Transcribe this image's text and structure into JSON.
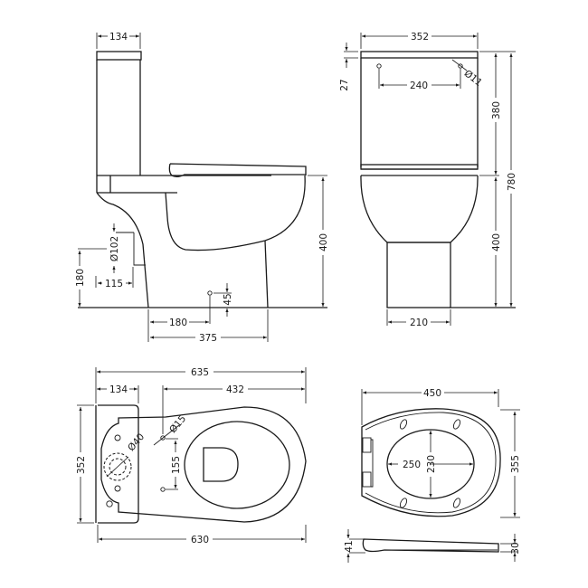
{
  "views": {
    "side": {
      "label": "side-elevation",
      "dims": {
        "cistern_depth": "134",
        "pan_height": "400",
        "outlet_height": "180",
        "outlet_setback": "115",
        "outlet_diameter": "Ø102",
        "fixing_distance": "180",
        "footprint_length": "375",
        "fixing_hole_height": "45"
      }
    },
    "front": {
      "label": "front-elevation",
      "dims": {
        "cistern_width": "352",
        "lid_thickness": "27",
        "button_spacing": "240",
        "button_hole": "Ø11",
        "cistern_height": "380",
        "total_height": "780",
        "pan_height": "400",
        "pedestal_width": "210"
      }
    },
    "plan": {
      "label": "plan-view",
      "dims": {
        "overall_length_top": "635",
        "cistern_depth": "134",
        "fixing_to_front": "432",
        "width": "352",
        "inlet_diameter": "Ø40",
        "fixing_hole": "Ø15",
        "fixing_spacing": "155",
        "overall_length_bottom": "630"
      }
    },
    "seat": {
      "label": "seat-plan",
      "dims": {
        "seat_width": "450",
        "seat_length": "355",
        "opening_width": "250",
        "opening_length": "230"
      }
    },
    "seat_profile": {
      "label": "seat-profile",
      "dims": {
        "rear_thickness": "41",
        "front_thickness": "30"
      }
    }
  },
  "colors": {
    "line": "#1a1a1a",
    "background": "#ffffff"
  }
}
